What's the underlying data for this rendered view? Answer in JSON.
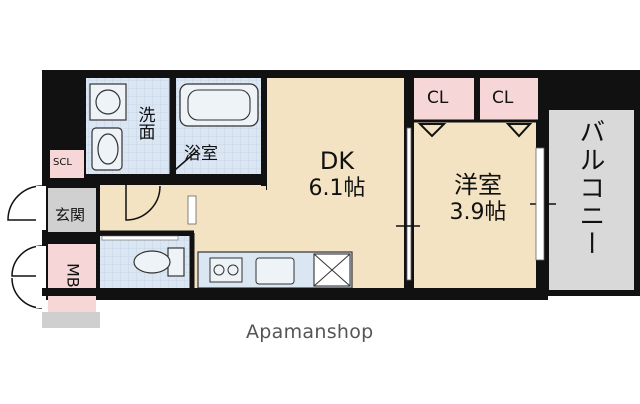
{
  "plan": {
    "rooms": {
      "dk": {
        "name": "DK",
        "size": "6.1帖"
      },
      "western": {
        "name": "洋室",
        "size": "3.9帖"
      },
      "balcony": "バルコニー",
      "washroom": "洗面",
      "bathroom": "浴室",
      "entrance": "玄関",
      "shoe_closet": "SCL",
      "meter_box": "MB",
      "closet_1": "CL",
      "closet_2": "CL"
    },
    "credit": "Apamanshop",
    "colors": {
      "wall": "#111111",
      "dk_floor": "#f3e3c2",
      "wet_floor": "#dbe6f3",
      "closet": "#f6d6d6",
      "balcony": "#d9d9d9",
      "entrance": "#d0d0d0"
    }
  }
}
